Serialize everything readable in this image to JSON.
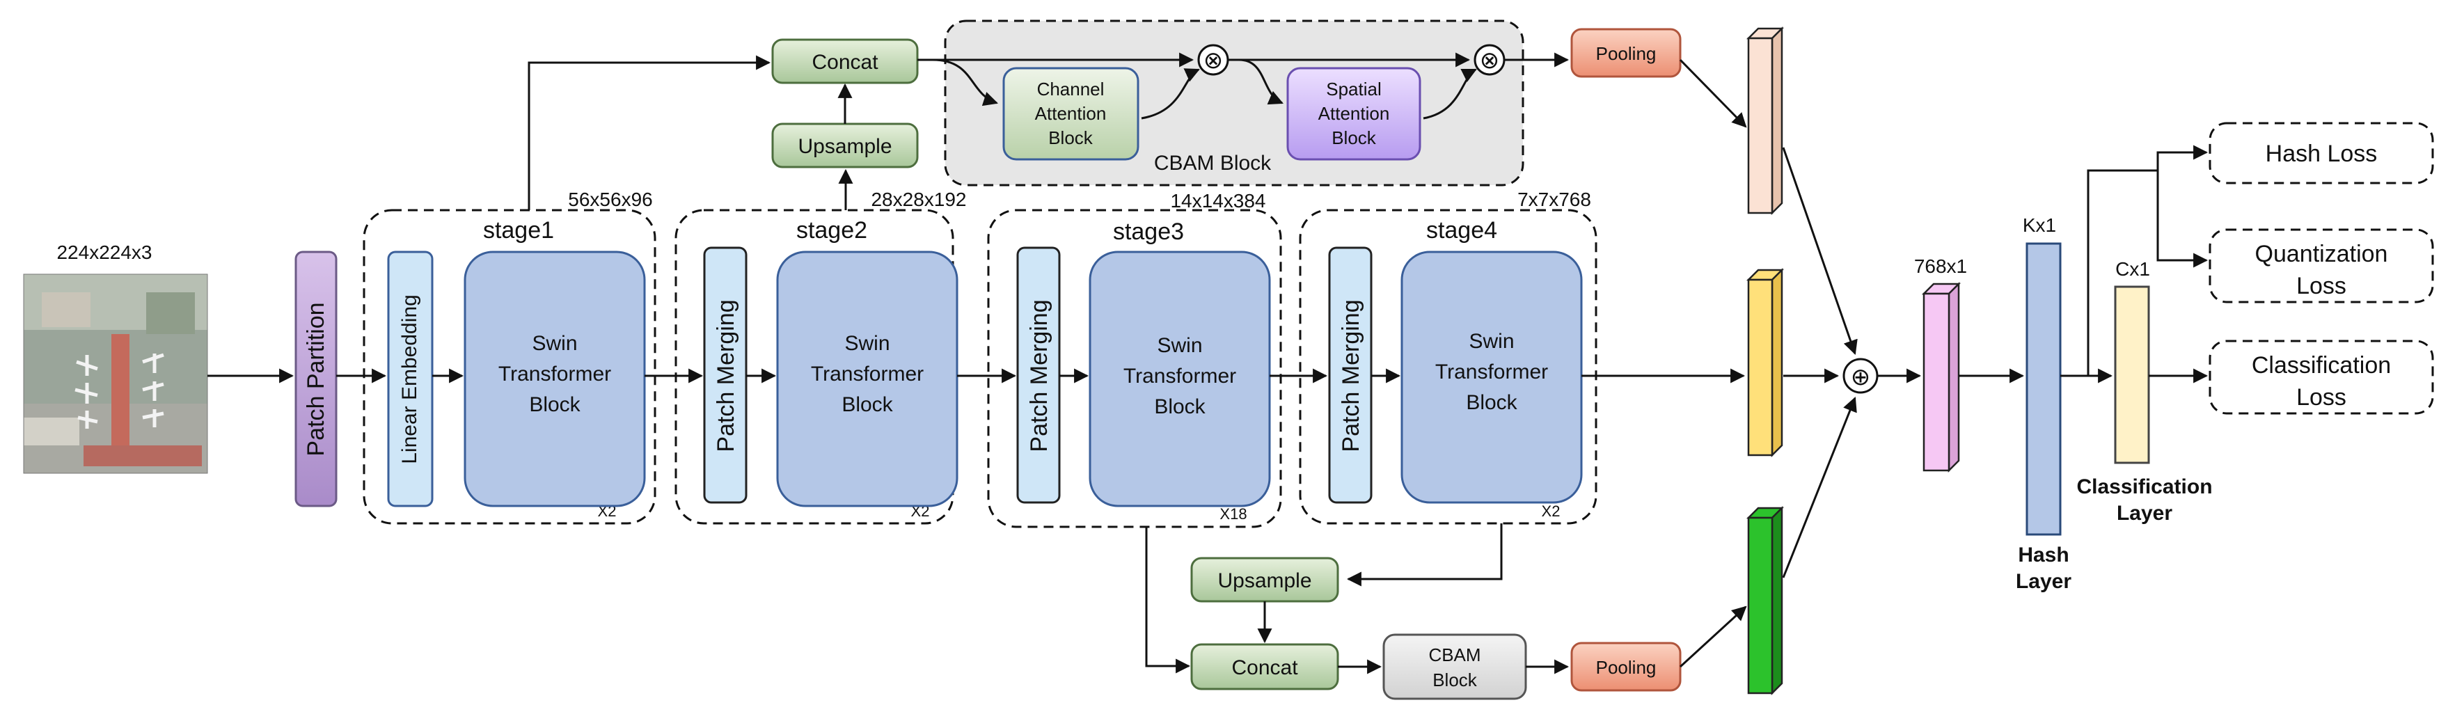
{
  "input": {
    "size_label": "224x224x3"
  },
  "patch_partition": {
    "label": "Patch Partition"
  },
  "linear_embedding": {
    "label": "Linear Embedding"
  },
  "stages": [
    {
      "title": "stage1",
      "dims": "56x56x96",
      "block": [
        "Swin",
        "Transformer",
        "Block"
      ],
      "repeat": "X2"
    },
    {
      "title": "stage2",
      "dims": "28x28x192",
      "block": [
        "Swin",
        "Transformer",
        "Block"
      ],
      "repeat": "X2",
      "merge": "Patch Merging"
    },
    {
      "title": "stage3",
      "dims": "14x14x384",
      "block": [
        "Swin",
        "Transformer",
        "Block"
      ],
      "repeat": "X18",
      "merge": "Patch Merging"
    },
    {
      "title": "stage4",
      "dims": "7x7x768",
      "block": [
        "Swin",
        "Transformer",
        "Block"
      ],
      "repeat": "X2",
      "merge": "Patch Merging"
    }
  ],
  "top_branch": {
    "upsample": "Upsample",
    "concat": "Concat",
    "channel_attention": [
      "Channel",
      "Attention",
      "Block"
    ],
    "spatial_attention": [
      "Spatial",
      "Attention",
      "Block"
    ],
    "cbam_label": "CBAM Block",
    "multiply_symbol": "⊗",
    "pooling": "Pooling"
  },
  "bottom_branch": {
    "upsample": "Upsample",
    "concat": "Concat",
    "cbam": [
      "CBAM",
      "Block"
    ],
    "pooling": "Pooling"
  },
  "fusion": {
    "add_symbol": "⊕",
    "feature_dim": "768x1"
  },
  "hash_layer": {
    "dim": "Kx1",
    "label": [
      "Hash",
      "Layer"
    ]
  },
  "classification_layer": {
    "dim": "Cx1",
    "label": [
      "Classification",
      "Layer"
    ]
  },
  "losses": {
    "hash": [
      "Hash Loss"
    ],
    "quantization": [
      "Quantization",
      "Loss"
    ],
    "classification": [
      "Classification",
      "Loss"
    ]
  },
  "colors": {
    "block_blue": "#b4c7e7",
    "block_border": "#3a5f9a",
    "light_blue": "#cfe6f7",
    "purple_bar": "#c6b0dc",
    "concat_green": "#cfe0c3",
    "pooling_salmon": "#f4b29a",
    "spatial_purple": "#d2c0f0",
    "cbam_bg": "#e6e6e6",
    "bar_peach": "#fbe2d4",
    "bar_yellow": "#ffe07a",
    "bar_green": "#2cc22c",
    "bar_pink": "#f6c8f4",
    "hash_blue": "#b4c7e7",
    "class_cream": "#fff2c8"
  }
}
